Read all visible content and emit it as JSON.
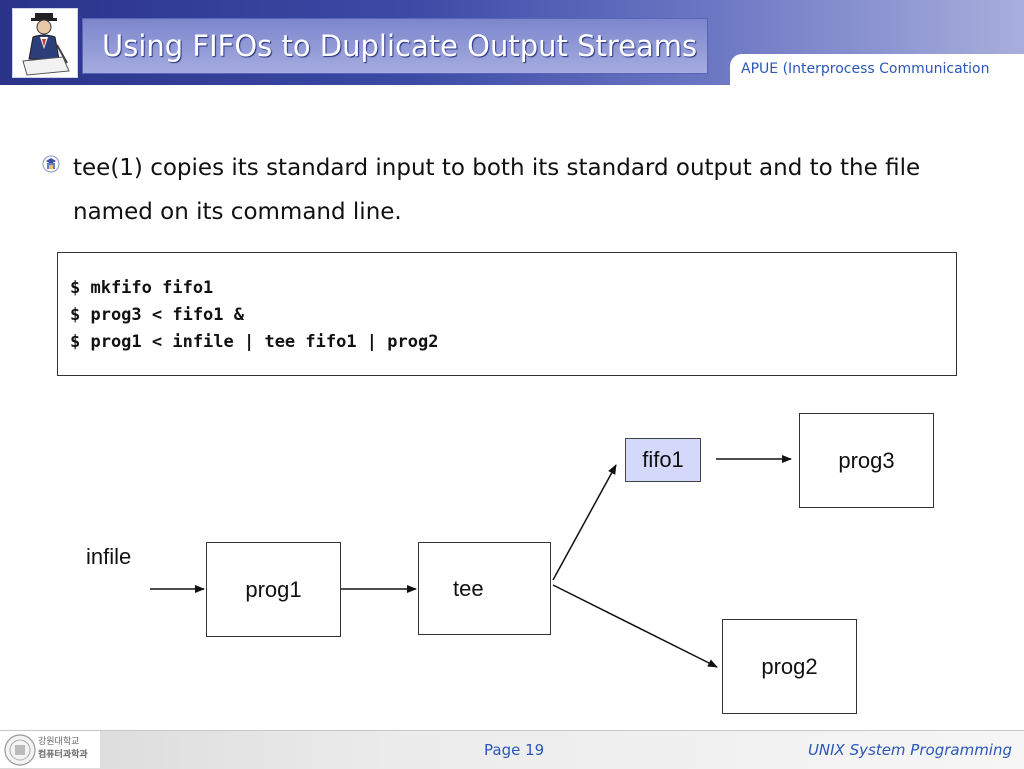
{
  "header": {
    "title": "Using FIFOs to Duplicate Output Streams",
    "course": "APUE (Interprocess Communication"
  },
  "bullet": {
    "text": "tee(1) copies its standard input to both its standard output and to the file named on its command line."
  },
  "code": {
    "lines": [
      "$ mkfifo fifo1",
      "$ prog3 < fifo1 &",
      "$ prog1 < infile | tee fifo1 | prog2"
    ]
  },
  "diagram": {
    "infile": "infile",
    "prog1": "prog1",
    "tee": "tee",
    "fifo1": "fifo1",
    "prog3": "prog3",
    "prog2": "prog2"
  },
  "footer": {
    "university_line1": "강원대학교",
    "university_line2": "컴퓨터과학과",
    "page": "Page 19",
    "course": "UNIX System Programming"
  },
  "colors": {
    "accent": "#2a57b8",
    "header_dark": "#2a3389",
    "fifo_fill": "#d4d8fb"
  }
}
